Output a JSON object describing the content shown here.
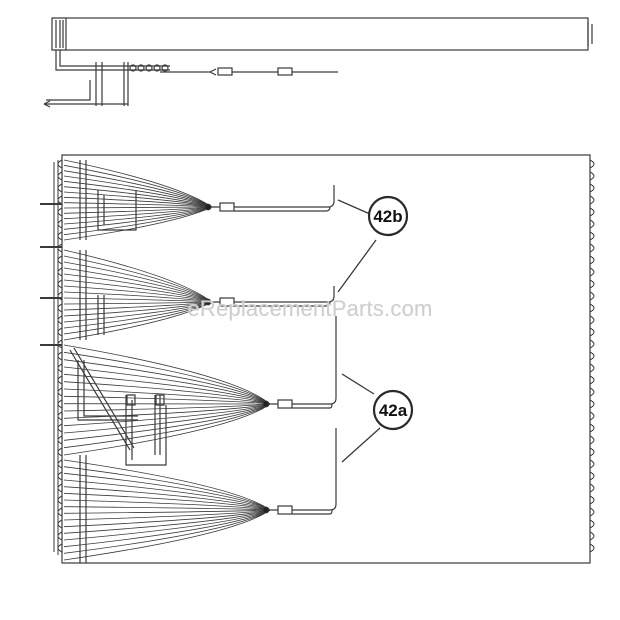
{
  "callouts": [
    {
      "label": "42b"
    },
    {
      "label": "42a"
    }
  ],
  "watermark": "eReplacementParts.com",
  "colors": {
    "line": "#3a3a3a",
    "background": "#ffffff",
    "watermark": "#cfcfcf"
  }
}
